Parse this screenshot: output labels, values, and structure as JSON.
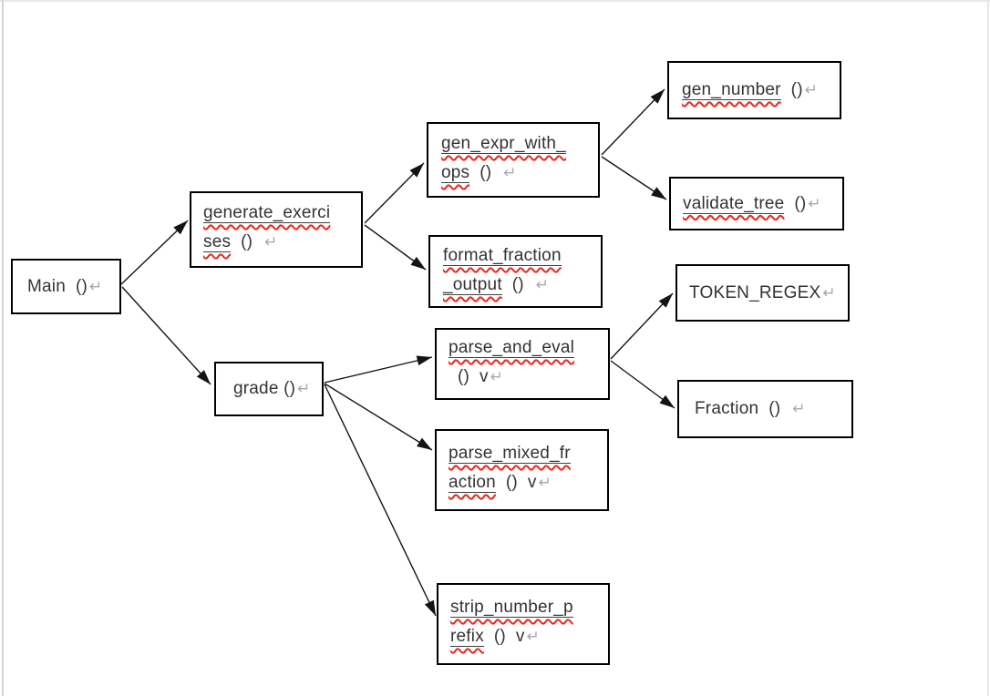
{
  "app": {
    "view": "document-shape-diagram",
    "background": "#ffffff",
    "box_border_color": "#000000",
    "text_color": "#333333",
    "arrow_color": "#141414",
    "spellcheck_underline_color": "#e8281e",
    "return_mark_color": "#a9a9a9",
    "page_edge_color": "#d6d2d6"
  },
  "nodes": {
    "main": {
      "text": "Main  ()",
      "ret": "↵"
    },
    "generate_exercises": {
      "name1": "generate_exerci",
      "name2": "ses",
      "paren": "  ()  ",
      "ret": "↵"
    },
    "grade": {
      "text": "grade ()",
      "ret": "↵"
    },
    "gen_expr_with_ops": {
      "name1": "gen_expr_with_",
      "name2": "ops",
      "paren": "  ()  ",
      "ret": "↵"
    },
    "format_fraction_output": {
      "name1": "format_fraction",
      "name2": "_output",
      "paren": "  ()  ",
      "ret": "↵"
    },
    "parse_and_eval": {
      "name1": "parse_and_eval",
      "paren": "()  v",
      "ret": "↵"
    },
    "parse_mixed_fraction": {
      "name1": "parse_mixed_fr",
      "name2": "action",
      "paren": "  ()  v",
      "ret": "↵"
    },
    "strip_number_prefix": {
      "name1": "strip_number_p",
      "name2": "refix",
      "paren": "  ()  v",
      "ret": "↵"
    },
    "gen_number": {
      "name1": "gen_number",
      "paren": "  ()",
      "ret": "↵"
    },
    "validate_tree": {
      "name1": "validate_tree",
      "paren": "  ()",
      "ret": "↵"
    },
    "token_regex": {
      "text": "TOKEN_REGEX",
      "ret": "↵"
    },
    "fraction": {
      "text": "Fraction  ()  ",
      "ret": "↵"
    }
  },
  "edges": [
    {
      "from": "main",
      "to": "generate_exercises"
    },
    {
      "from": "main",
      "to": "grade"
    },
    {
      "from": "generate_exercises",
      "to": "gen_expr_with_ops"
    },
    {
      "from": "generate_exercises",
      "to": "format_fraction_output"
    },
    {
      "from": "gen_expr_with_ops",
      "to": "gen_number"
    },
    {
      "from": "gen_expr_with_ops",
      "to": "validate_tree"
    },
    {
      "from": "grade",
      "to": "parse_and_eval"
    },
    {
      "from": "grade",
      "to": "parse_mixed_fraction"
    },
    {
      "from": "grade",
      "to": "strip_number_prefix"
    },
    {
      "from": "parse_and_eval",
      "to": "token_regex"
    },
    {
      "from": "parse_and_eval",
      "to": "fraction"
    }
  ]
}
